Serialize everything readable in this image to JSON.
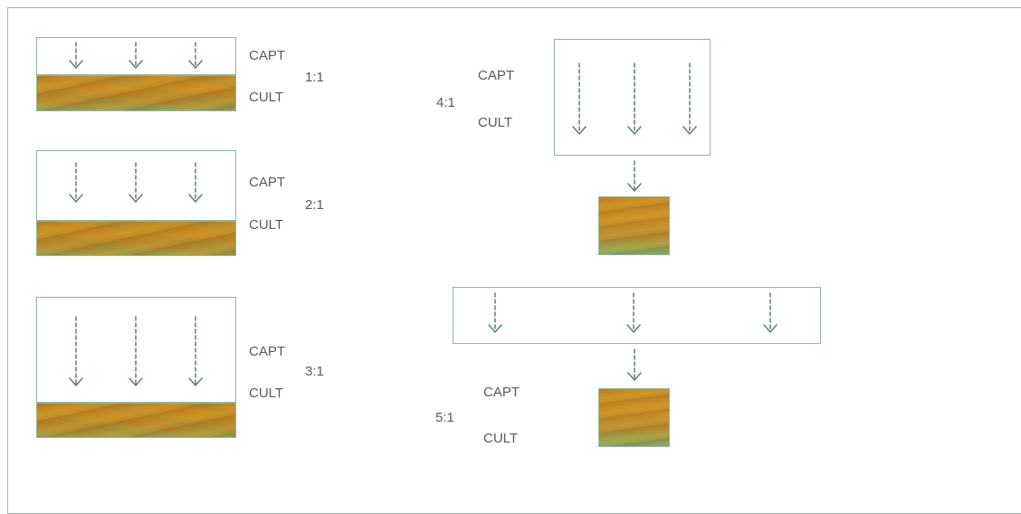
{
  "diagram": {
    "capture_label": "CAPT",
    "cultivation_label": "CULT",
    "configurations": [
      {
        "ratio": "1:1"
      },
      {
        "ratio": "2:1"
      },
      {
        "ratio": "3:1"
      },
      {
        "ratio": "4:1"
      },
      {
        "ratio": "5:1"
      }
    ]
  }
}
